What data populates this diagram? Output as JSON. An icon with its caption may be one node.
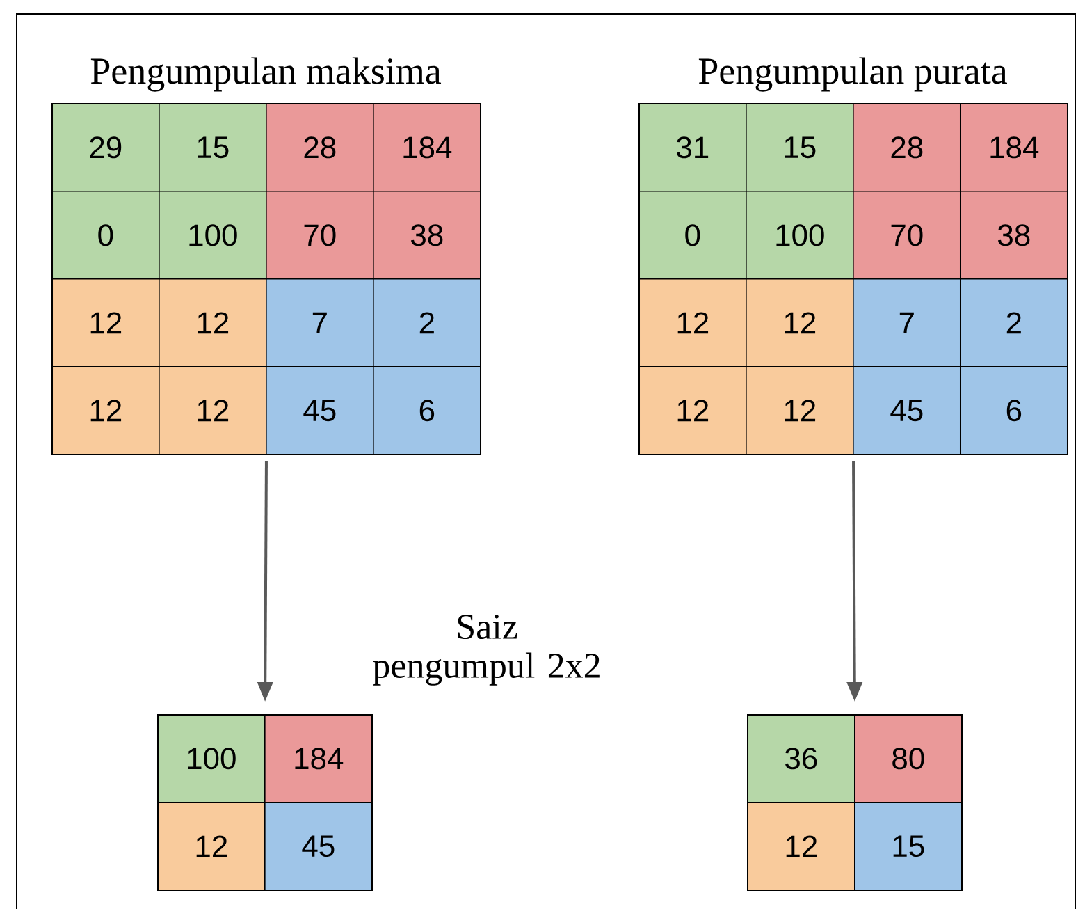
{
  "diagram": {
    "nodes": [
      {
        "text": [
          "Pengumpulan maksima"
        ]
      },
      {
        "text": [
          "29"
        ],
        "in": 0
      },
      {
        "text": [
          "15"
        ],
        "in": 0
      },
      {
        "text": [
          "28"
        ],
        "in": 0
      },
      {
        "text": [
          "184"
        ],
        "in": 0
      },
      {
        "text": [
          "0"
        ],
        "in": 0
      },
      {
        "text": [
          "100"
        ],
        "in": 0
      },
      {
        "text": [
          "70"
        ],
        "in": 0
      },
      {
        "text": [
          "38"
        ],
        "in": 0
      },
      {
        "text": [
          "12"
        ],
        "in": 0
      },
      {
        "text": [
          "12"
        ],
        "in": 0
      },
      {
        "text": [
          "7"
        ],
        "in": 0
      },
      {
        "text": [
          "2"
        ],
        "in": 0
      },
      {
        "text": [
          "12"
        ],
        "in": 0
      },
      {
        "text": [
          "12"
        ],
        "in": 0
      },
      {
        "text": [
          "45"
        ],
        "in": 0
      },
      {
        "text": [
          "6"
        ],
        "in": 0
      },
      {
        "text": [
          "Pengumpulan purata"
        ]
      },
      {
        "text": [
          "31"
        ],
        "in": 17
      },
      {
        "text": [
          "15"
        ],
        "in": 17
      },
      {
        "text": [
          "28"
        ],
        "in": 17
      },
      {
        "text": [
          "184"
        ],
        "in": 17
      },
      {
        "text": [
          "0"
        ],
        "in": 17
      },
      {
        "text": [
          "100"
        ],
        "in": 17
      },
      {
        "text": [
          "70"
        ],
        "in": 17
      },
      {
        "text": [
          "38"
        ],
        "in": 17
      },
      {
        "text": [
          "12"
        ],
        "in": 17
      },
      {
        "text": [
          "12"
        ],
        "in": 17
      },
      {
        "text": [
          "7"
        ],
        "in": 17
      },
      {
        "text": [
          "2"
        ],
        "in": 17
      },
      {
        "text": [
          "12"
        ],
        "in": 17
      },
      {
        "text": [
          "12"
        ],
        "in": 17
      },
      {
        "text": [
          "45"
        ],
        "in": 17
      },
      {
        "text": [
          "6"
        ],
        "in": 17
      },
      {
        "text": [],
        "shape": "box"
      },
      {
        "text": [
          "100"
        ],
        "in": 34
      },
      {
        "text": [
          "184"
        ],
        "in": 34
      },
      {
        "text": [
          "12"
        ],
        "in": 34
      },
      {
        "text": [
          "45"
        ],
        "in": 34
      },
      {
        "text": [],
        "shape": "box"
      },
      {
        "text": [
          "36"
        ],
        "in": 39
      },
      {
        "text": [
          "80"
        ],
        "in": 39
      },
      {
        "text": [
          "12"
        ],
        "in": 39
      },
      {
        "text": [
          "15"
        ],
        "in": 39
      }
    ],
    "edges": [
      {
        "from": 0,
        "to": 34,
        "arrow": "to"
      },
      {
        "from": 17,
        "to": 39,
        "arrow": "to"
      }
    ],
    "labels": [
      "Saiz pengumpul 2x2"
    ]
  }
}
